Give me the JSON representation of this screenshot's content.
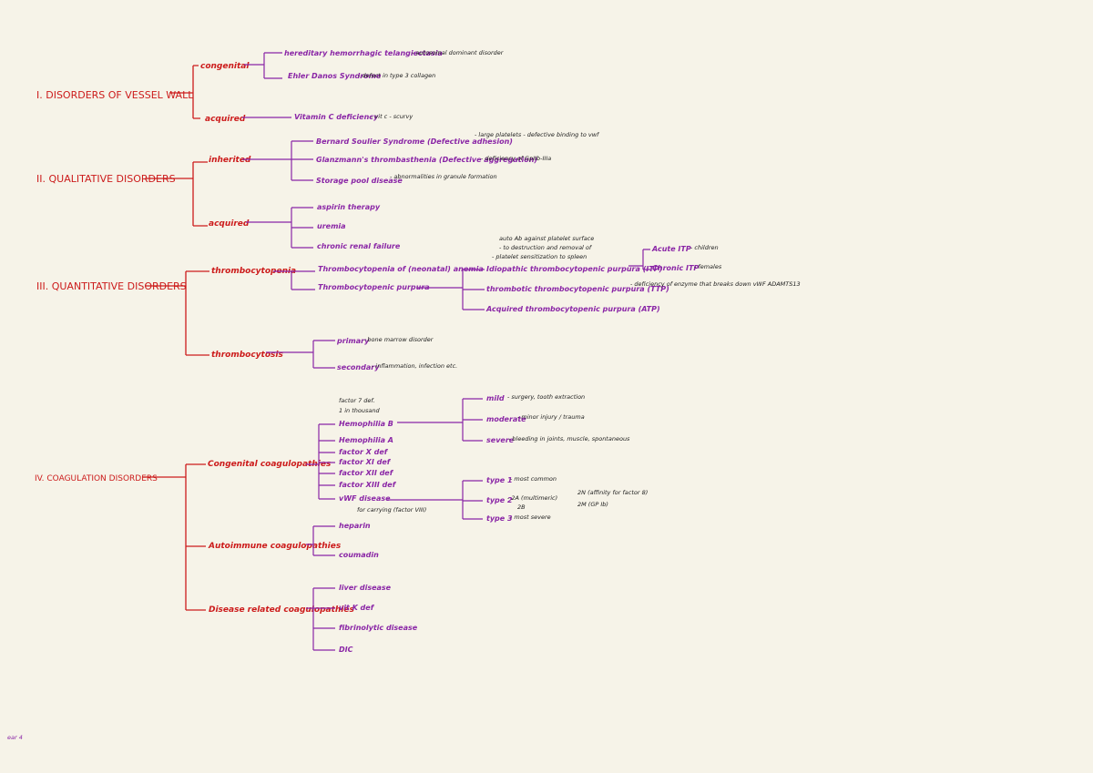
{
  "sections": {
    "vessel": {
      "title": "I. DISORDERS OF VESSEL WALL",
      "congenital": "congenital",
      "c1": "hereditary hemorrhagic telangiectasia",
      "c1_note": "- autosomal dominant disorder",
      "c2": "Ehler Danos Syndrome",
      "c2_note": "- defect in type 3 collagen",
      "acquired": "acquired",
      "a1": "Vitamin C deficiency",
      "a1_note": "- vit c - scurvy"
    },
    "qualitative": {
      "title": "II. QUALITATIVE DISORDERS",
      "inherited": "inherited",
      "i1": "Bernard Soulier Syndrome (Defective adhesion)",
      "i1_note": "- large platelets - defective binding to vwf",
      "i2": "Glanzmann's thrombasthenia (Defective aggregation)",
      "i2_note": "- deficiency of GpIIb-IIIa",
      "i3": "Storage pool disease",
      "i3_note": "- abnormalities in granule formation",
      "acquired": "acquired",
      "q1": "aspirin therapy",
      "q2": "uremia",
      "q3": "chronic renal failure"
    },
    "quantitative": {
      "title": "III. QUANTITATIVE DISORDERS",
      "thrombocytopenia": "thrombocytopenia",
      "t1": "Thrombocytopenia of (neonatal) anemia",
      "t2": "Thrombocytopenic purpura",
      "itp_note_1": "auto Ab against platelet surface",
      "itp_note_2": "- to destruction and removal of",
      "itp_note_3": "- platelet sensitization to spleen",
      "p1": "Idiopathic thrombocytopenic purpura (ITP)",
      "acute": "Acute ITP",
      "acute_note": "- children",
      "chronic": "Chronic ITP",
      "chronic_note": "- females",
      "p2": "thrombotic thrombocytopenic purpura (TTP)",
      "p2_note": "- deficiency of enzyme that breaks down vWF ADAMTS13",
      "p3": "Acquired thrombocytopenic purpura (ATP)",
      "thrombocytosis": "thrombocytosis",
      "s1": "primary",
      "s1_note": "- bone marrow disorder",
      "s2": "secondary",
      "s2_note": "- inflammation, infection etc."
    },
    "coagulation": {
      "title": "IV. COAGULATION DISORDERS",
      "congenital": "Congenital coagulopathies",
      "factor_note_1": "factor 7 def.",
      "factor_note_2": "1 in thousand",
      "h1": "Hemophilia B",
      "h2": "Hemophilia A",
      "f1": "factor X def",
      "f2": "factor XI def",
      "f3": "factor XII def",
      "f4": "factor XIII def",
      "vwd": "vWF disease",
      "vwd_note": "for carrying (factor VIII)",
      "sev1": "mild",
      "sev1_note": "- surgery, tooth extraction",
      "sev2": "moderate",
      "sev2_note": "- minor injury / trauma",
      "sev3": "severe",
      "sev3_note": "- bleeding in joints, muscle, spontaneous",
      "type1": "type 1",
      "type1_note": "- most common",
      "type2": "type 2",
      "type2_note_a": "- 2A (multimeric)",
      "type2_note_b": "2B",
      "type2_note_c": "2N (affinity for factor 8)",
      "type2_note_d": "2M (GP Ib)",
      "type3": "type 3",
      "type3_note": "- most severe",
      "autoimmune": "Autoimmune coagulopathies",
      "au1": "heparin",
      "au2": "coumadin",
      "disease": "Disease related coagulopathies",
      "d1": "liver disease",
      "d2": "vit K def",
      "d3": "fibrinolytic disease",
      "d4": "DIC"
    }
  },
  "footer": "ear 4",
  "colors": {
    "background": "#f6f3e8",
    "level1": "#cc1b1b",
    "level2": "#8a26a6",
    "note": "#1c1c1c"
  }
}
